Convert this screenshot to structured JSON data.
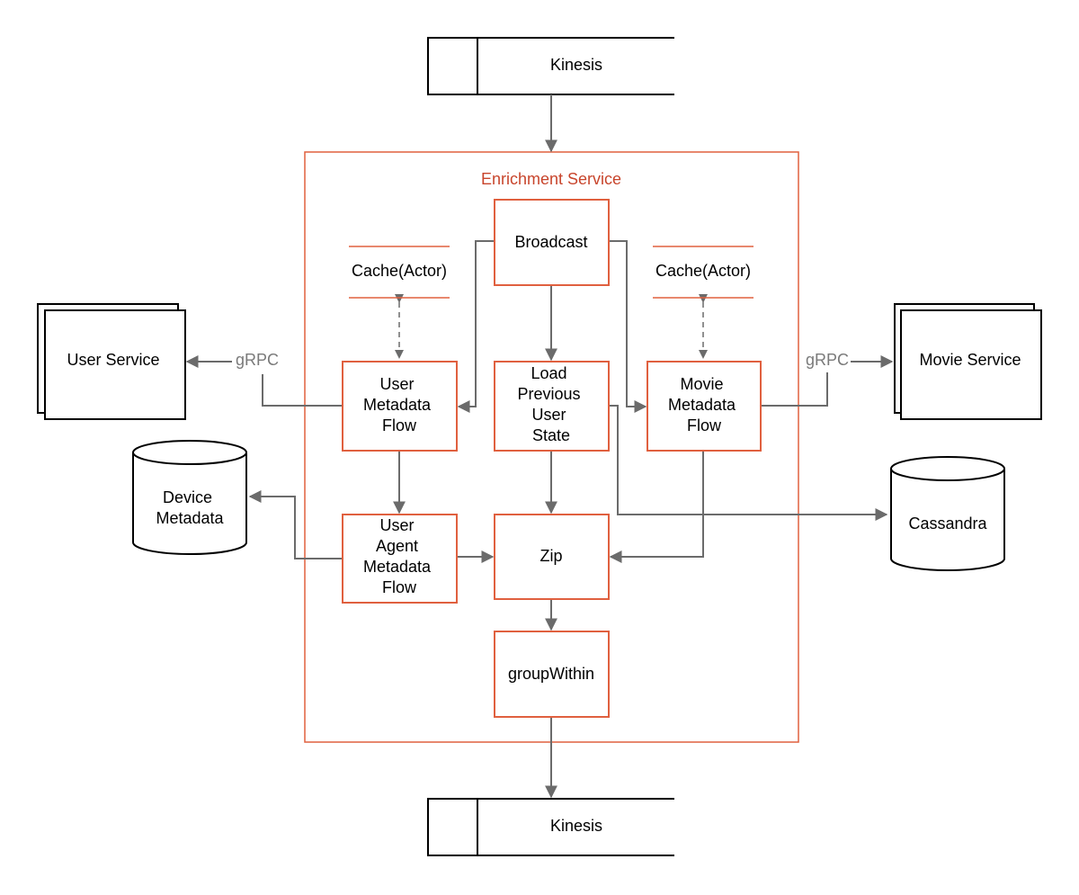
{
  "colors": {
    "accent": "#e0603f",
    "accent_text": "#c8452c",
    "connector": "#6b6b6b",
    "label_gray": "#7a7a7a",
    "ink": "#000000"
  },
  "nodes": {
    "kinesis_top": "Kinesis",
    "kinesis_bottom": "Kinesis",
    "enrichment_service": "Enrichment Service",
    "broadcast": "Broadcast",
    "cache_left": "Cache(Actor)",
    "cache_right": "Cache(Actor)",
    "user_metadata_flow": [
      "User",
      "Metadata",
      "Flow"
    ],
    "load_previous_user_state": [
      "Load",
      "Previous",
      "User",
      "State"
    ],
    "movie_metadata_flow": [
      "Movie",
      "Metadata",
      "Flow"
    ],
    "user_agent_metadata_flow": [
      "User",
      "Agent",
      "Metadata",
      "Flow"
    ],
    "zip": "Zip",
    "group_within": "groupWithin",
    "user_service": "User Service",
    "movie_service": "Movie Service",
    "device_metadata": [
      "Device",
      "Metadata"
    ],
    "cassandra": "Cassandra"
  },
  "edge_labels": {
    "grpc_left": "gRPC",
    "grpc_right": "gRPC"
  }
}
